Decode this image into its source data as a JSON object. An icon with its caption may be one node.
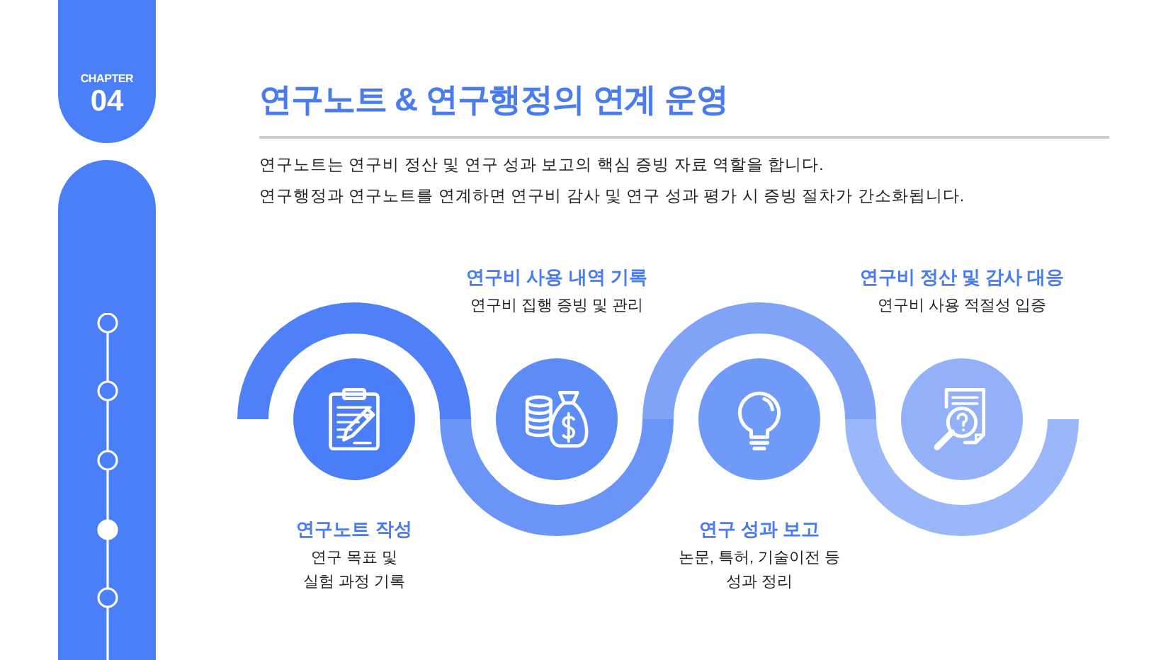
{
  "diagram": {
    "title": "연구노트 & 연구행정의 연계 운영",
    "nodes": [
      {
        "text": [
          "CHAPTER",
          "04"
        ]
      },
      {
        "text": [
          "연구노트 작성",
          "연구 목표 및 실험 과정 기록"
        ]
      },
      {
        "text": [
          "연구비 사용 내역 기록",
          "연구비 집행 증빙 및 관리"
        ]
      },
      {
        "text": [
          "연구 성과 보고",
          "논문, 특허, 기술이전 등 성과 정리"
        ]
      },
      {
        "text": [
          "연구비 정산 및 감사 대응",
          "연구비 사용 적절성 입증"
        ]
      }
    ],
    "labels": [
      "연구노트는 연구비 정산 및 연구 성과 보고의 핵심 증빙 자료 역할을 합니다.",
      "연구행정과 연구노트를 연계하면 연구비 감사 및 연구 성과 평가 시 증빙 절차가 간소화됩니다."
    ]
  }
}
